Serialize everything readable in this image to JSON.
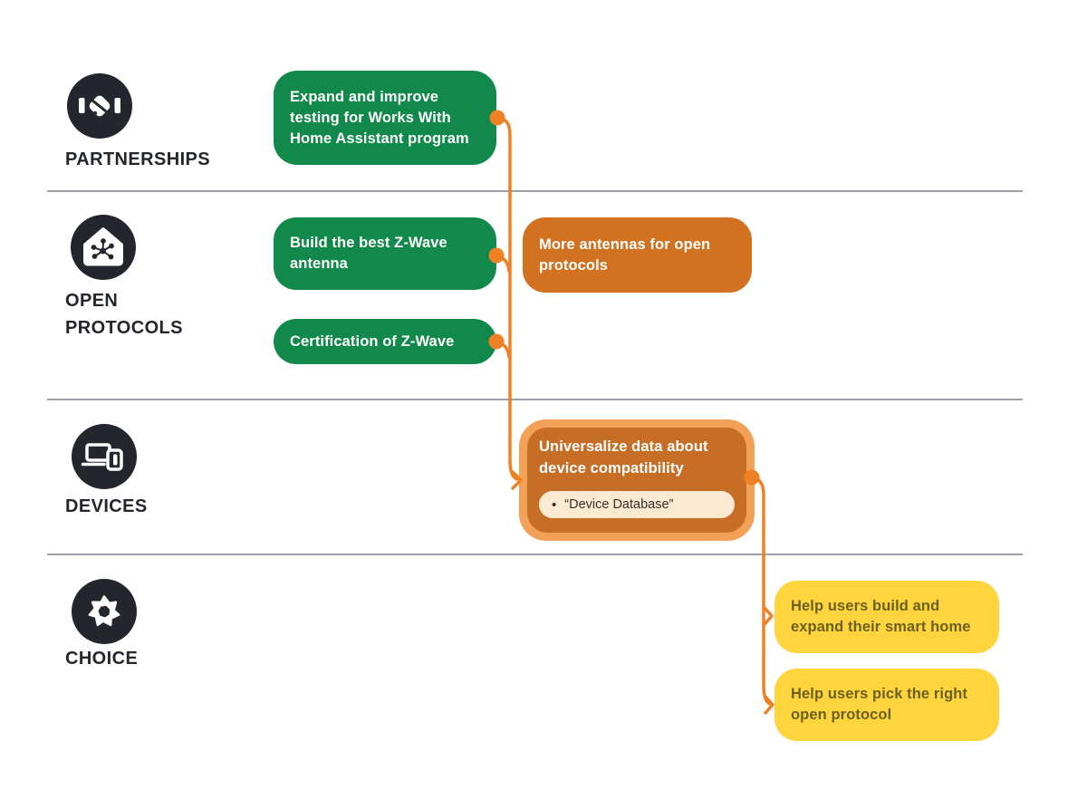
{
  "palette": {
    "background": "#ffffff",
    "icon_circle": "#23262c",
    "row_label_text": "#23262c",
    "green_card": "#10894a",
    "orange_card": "#d2711f",
    "highlight_card_border": "#f3a159",
    "highlight_card_fill": "#c76e26",
    "highlight_pill_bg": "#fbe9d2",
    "highlight_pill_text": "#33302b",
    "yellow_card": "#ffd43d",
    "yellow_card_text": "#6b611e",
    "card_text": "#ffffff",
    "connector": "#f08024",
    "divider": "#9aa0a6"
  },
  "rows": {
    "partnerships": {
      "label": "PARTNERSHIPS",
      "icon": "handshake-icon"
    },
    "open_protocols": {
      "label_line1": "OPEN",
      "label_line2": "PROTOCOLS",
      "icon": "house-network-icon"
    },
    "devices": {
      "label": "DEVICES",
      "icon": "laptop-phone-icon"
    },
    "choice": {
      "label": "CHOICE",
      "icon": "aperture-icon"
    }
  },
  "cards": {
    "expand_testing": {
      "text": "Expand and improve testing for Works With Home Assistant program",
      "color": "green"
    },
    "build_antenna": {
      "text": "Build the best Z-Wave antenna",
      "color": "green"
    },
    "certification_zwave": {
      "text": "Certification of Z-Wave",
      "color": "green"
    },
    "more_antennas": {
      "text": "More antennas for open protocols",
      "color": "orange"
    },
    "universalize_data": {
      "title": "Universalize data about device compatibility",
      "bullet_marker": "•",
      "bullet_text": "“Device Database”",
      "color": "orange-highlighted"
    },
    "help_build": {
      "text": "Help users build and expand their smart home",
      "color": "yellow"
    },
    "help_pick": {
      "text": "Help users pick the right open protocol",
      "color": "yellow"
    }
  },
  "connectors": [
    {
      "from": "expand_testing",
      "to": "universalize_data"
    },
    {
      "from": "build_antenna",
      "to": "universalize_data"
    },
    {
      "from": "certification_zwave",
      "to": "universalize_data"
    },
    {
      "from": "universalize_data",
      "to": "help_build"
    },
    {
      "from": "universalize_data",
      "to": "help_pick"
    }
  ]
}
